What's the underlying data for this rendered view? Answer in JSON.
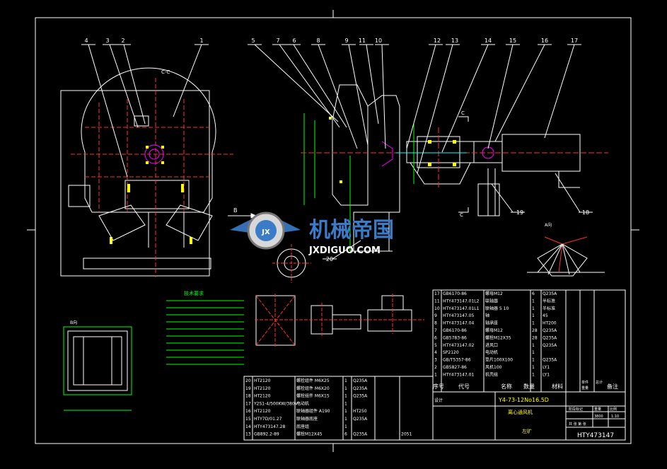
{
  "colors": {
    "background": "#000000",
    "frame": "#ffffff",
    "outline": "#ffffff",
    "centerline": "#ff3030",
    "dimension": "#00ff00",
    "leader": "#ffffff",
    "accent_yellow": "#ffff00",
    "accent_magenta": "#ff00ff",
    "accent_cyan": "#00ffff",
    "watermark_blue": "#3a7cc7"
  },
  "part_callouts": [
    "4",
    "3",
    "2",
    "1",
    "5",
    "7",
    "6",
    "8",
    "9",
    "11",
    "10",
    "12",
    "13",
    "14",
    "15",
    "16",
    "17",
    "18",
    "19",
    "20"
  ],
  "view_labels": {
    "section_cc": "C-C",
    "arrow_b": "B",
    "section_c_mid": "C",
    "section_c_low": "C",
    "view_b": "B向",
    "view_a": "A向"
  },
  "notes_title": "技术要求",
  "watermark": {
    "cn": "机械帝国",
    "en": "JXDIGUO.COM",
    "badge": "JX"
  },
  "bom_upper": {
    "rows": [
      {
        "no": "17",
        "code": "GB6170-86",
        "name": "螺母M12",
        "qty": "6",
        "mat": "Q235A",
        "note": ""
      },
      {
        "no": "11",
        "code": "HTY473147.01L2",
        "name": "联轴器",
        "qty": "1",
        "mat": "半标准",
        "note": ""
      },
      {
        "no": "10",
        "code": "HTY473147.01L1",
        "name": "联轴器 5 10",
        "qty": "1",
        "mat": "半标准",
        "note": ""
      },
      {
        "no": "9",
        "code": "HTY473147.05",
        "name": "轴",
        "qty": "1",
        "mat": "45",
        "note": ""
      },
      {
        "no": "8",
        "code": "HTY473147.04",
        "name": "轴承座",
        "qty": "1",
        "mat": "HT200",
        "note": ""
      },
      {
        "no": "7",
        "code": "GB6170-86",
        "name": "螺母M12",
        "qty": "28",
        "mat": "Q235A",
        "note": ""
      },
      {
        "no": "6",
        "code": "GB5783-86",
        "name": "螺栓M12X35",
        "qty": "28",
        "mat": "Q235A",
        "note": ""
      },
      {
        "no": "5",
        "code": "HTY473147.02",
        "name": "进风口",
        "qty": "1",
        "mat": "Q235A",
        "note": ""
      },
      {
        "no": "4",
        "code": "SP2120",
        "name": "电动机",
        "qty": "1",
        "mat": "",
        "note": ""
      },
      {
        "no": "3",
        "code": "GB/T5357-86",
        "name": "垫片100X100",
        "qty": "1",
        "mat": "Q235A",
        "note": ""
      },
      {
        "no": "2",
        "code": "GB5827-86",
        "name": "风机100",
        "qty": "1",
        "mat": "LY1",
        "note": ""
      },
      {
        "no": "1",
        "code": "HTY473147.01",
        "name": "机壳组",
        "qty": "1",
        "mat": "LY1",
        "note": ""
      }
    ],
    "header": {
      "no": "序号",
      "code": "代号",
      "name": "名称",
      "qty": "数量",
      "mat": "材料",
      "unit_mass": "单件",
      "total_mass": "总计",
      "mass_unit": "重量",
      "note": "备注"
    }
  },
  "bom_lower": {
    "rows": [
      {
        "no": "20",
        "code": "HT2120",
        "name": "螺栓组件 M6X25",
        "qty": "1",
        "mat": "Q235A",
        "note": ""
      },
      {
        "no": "19",
        "code": "HT2120",
        "name": "螺栓组件 M6X20",
        "qty": "1",
        "mat": "Q235A",
        "note": ""
      },
      {
        "no": "18",
        "code": "HT2120",
        "name": "螺栓组件 M6X15",
        "qty": "1",
        "mat": "Q235A",
        "note": ""
      },
      {
        "no": "17",
        "code": "Y2S1-4/500KW/380V",
        "name": "电动机",
        "qty": "1",
        "mat": "",
        "note": ""
      },
      {
        "no": "16",
        "code": "HT2120",
        "name": "联轴器组件 A190",
        "qty": "1",
        "mat": "HT250",
        "note": ""
      },
      {
        "no": "15",
        "code": "HTY7D/01.27",
        "name": "联轴器底座",
        "qty": "1",
        "mat": "Q235A",
        "note": ""
      },
      {
        "no": "14",
        "code": "HTY473147.28",
        "name": "底座组",
        "qty": "1",
        "mat": "",
        "note": ""
      },
      {
        "no": "13",
        "code": "GB892.2-89",
        "name": "螺栓M12X45",
        "qty": "6",
        "mat": "Q235A",
        "note": "2051"
      }
    ]
  },
  "title_block": {
    "model": "Y4-73-12No16.5D",
    "product": "离心通风机",
    "drawing_no": "HTY473147",
    "stage_label": "阶段标记",
    "weight_label": "重量",
    "scale_label": "比例",
    "weight": "3800",
    "scale": "1:10",
    "sheet_label": "共    张  第    张",
    "designer_row": "设计",
    "company": "左旷"
  }
}
